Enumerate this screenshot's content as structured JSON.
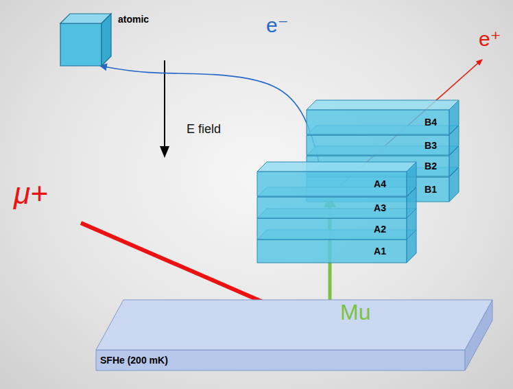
{
  "diagram": {
    "nodes": [
      {
        "text": [
          "atomic"
        ]
      },
      {
        "text": [
          "B4"
        ]
      },
      {
        "text": [
          "B3"
        ]
      },
      {
        "text": [
          "B2"
        ]
      },
      {
        "text": [
          "B1"
        ]
      },
      {
        "text": [
          "A4"
        ]
      },
      {
        "text": [
          "A3"
        ]
      },
      {
        "text": [
          "A2"
        ]
      },
      {
        "text": [
          "A1"
        ]
      },
      {
        "text": [
          "SFHe (200 mK)"
        ]
      }
    ],
    "edges": [
      {
        "from": 5,
        "to": 0,
        "arrow": "to",
        "label": "e⁻"
      },
      {
        "from": 9,
        "to": 5,
        "arrow": "to",
        "label": "Mu"
      }
    ],
    "labels": [
      "E field",
      "μ+",
      "e⁺"
    ]
  }
}
